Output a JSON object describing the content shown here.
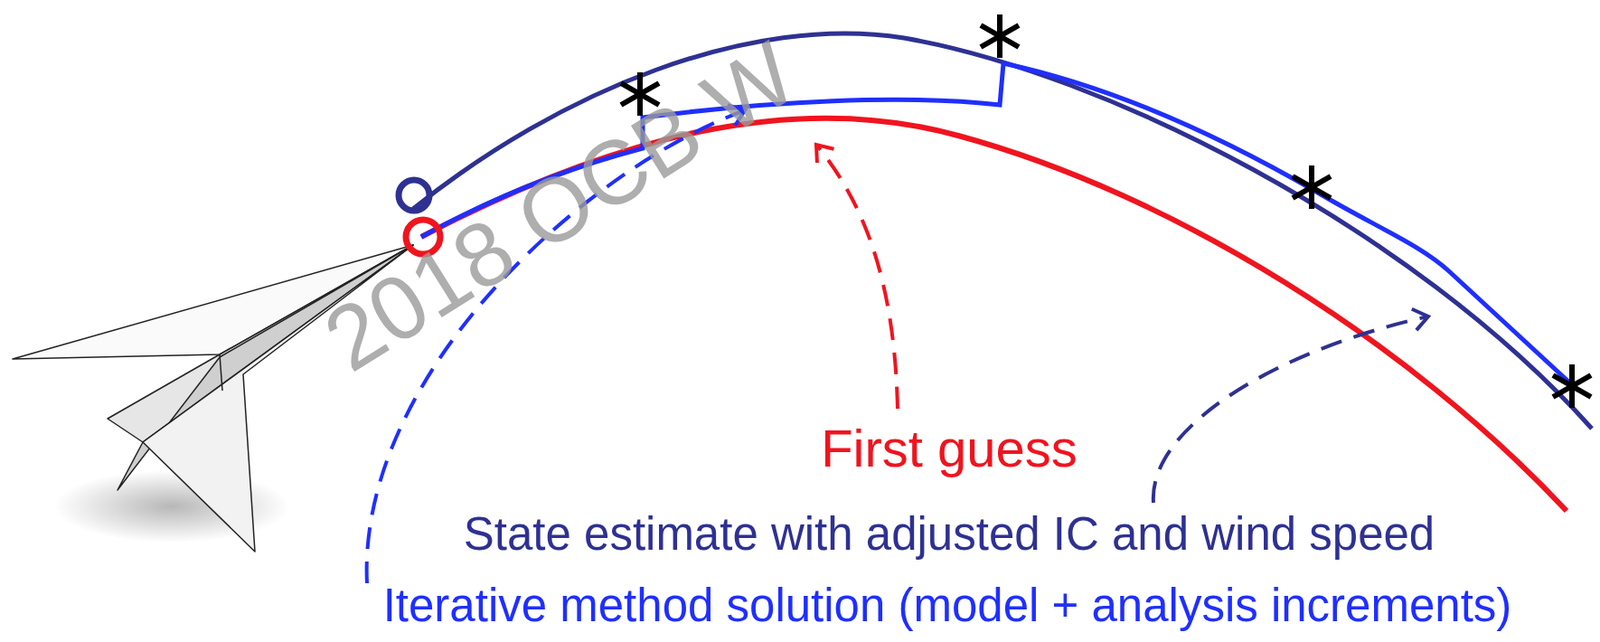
{
  "diagram": {
    "labels": [
      "2018 OCB W",
      "First guess",
      "State estimate with adjusted IC and wind speed",
      "Iterative method solution (model + analysis increments)"
    ]
  }
}
